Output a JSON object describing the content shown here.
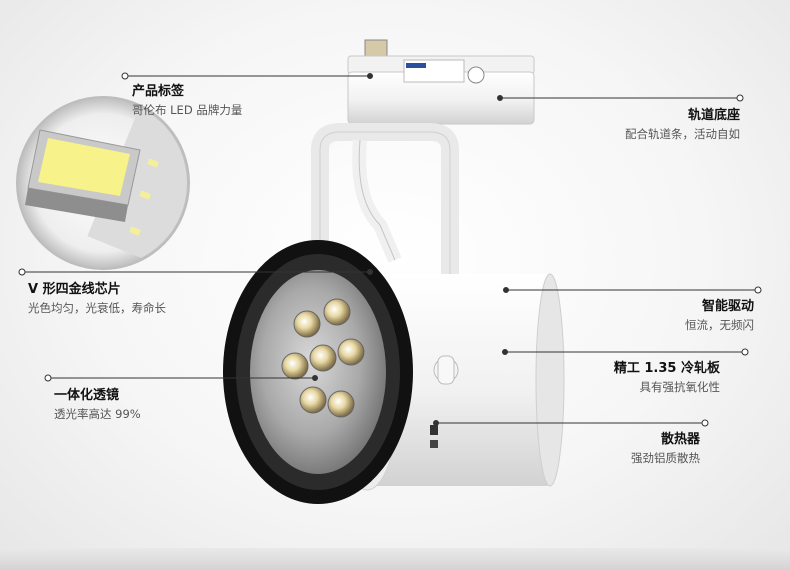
{
  "features": {
    "label_sticker": {
      "title": "产品标签",
      "desc": "哥伦布 LED 品牌力量"
    },
    "track_base": {
      "title": "轨道底座",
      "desc": "配合轨道条，活动自如"
    },
    "chip": {
      "title": "V 形四金线芯片",
      "desc": "光色均匀，光衰低，寿命长"
    },
    "driver": {
      "title": "智能驱动",
      "desc": "恒流，无频闪"
    },
    "lens": {
      "title": "一体化透镜",
      "desc": "透光率高达 99%"
    },
    "steel": {
      "title": "精工 1.35 冷轧板",
      "desc": "具有强抗氧化性"
    },
    "heatsink": {
      "title": "散热器",
      "desc": "强劲铝质散热"
    }
  },
  "colors": {
    "body": "#f4f4f4",
    "bezel": "#1a1a1a",
    "line": "#333333",
    "chip": "#f7f28a"
  }
}
